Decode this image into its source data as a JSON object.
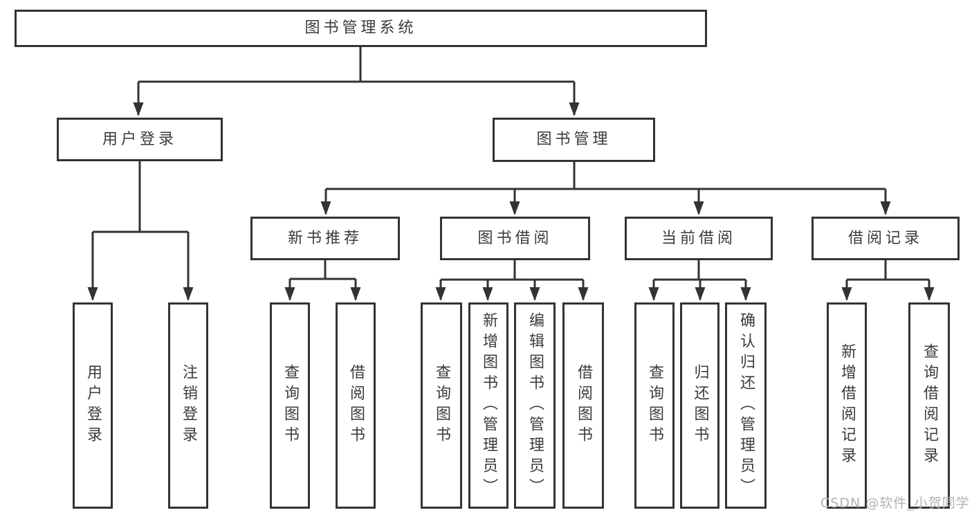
{
  "diagram": {
    "type": "tree",
    "watermark": "CSDN @软件_小贺同学",
    "colors": {
      "line": "#333333",
      "box_border": "#333333",
      "box_background": "#ffffff",
      "text": "#3b3b3b",
      "watermark": "#b2b2b2"
    },
    "tree": {
      "label": "图书管理系统",
      "children": [
        {
          "label": "用户登录",
          "children": [
            {
              "label": "用户登录"
            },
            {
              "label": "注销登录"
            }
          ]
        },
        {
          "label": "图书管理",
          "children": [
            {
              "label": "新书推荐",
              "children": [
                {
                  "label": "查询图书"
                },
                {
                  "label": "借阅图书"
                }
              ]
            },
            {
              "label": "图书借阅",
              "children": [
                {
                  "label": "查询图书"
                },
                {
                  "label": "新增图书（管理员）"
                },
                {
                  "label": "编辑图书（管理员）"
                },
                {
                  "label": "借阅图书"
                }
              ]
            },
            {
              "label": "当前借阅",
              "children": [
                {
                  "label": "查询图书"
                },
                {
                  "label": "归还图书"
                },
                {
                  "label": "确认归还（管理员）"
                }
              ]
            },
            {
              "label": "借阅记录",
              "children": [
                {
                  "label": "新增借阅记录"
                },
                {
                  "label": "查询借阅记录"
                }
              ]
            }
          ]
        }
      ]
    }
  }
}
